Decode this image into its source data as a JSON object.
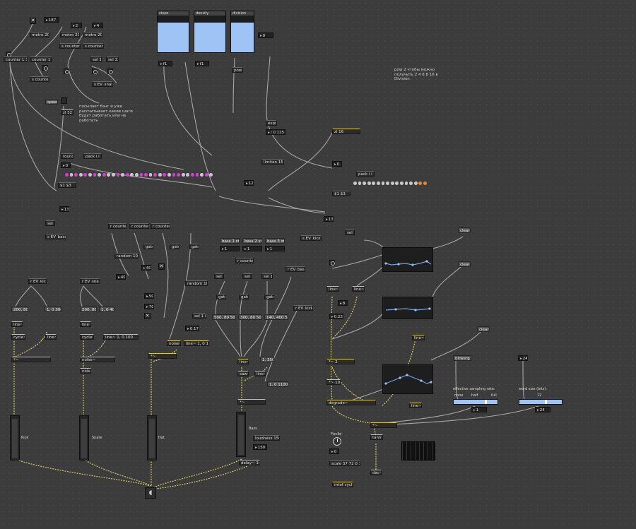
{
  "colors": {
    "dot_on": "#d83ad3",
    "dot_off": "#c9c9c9",
    "dot_orange": "#e48a2a",
    "slider_fill": "#9ec4f5",
    "signal_cord": "#d9d36a",
    "cord": "#bdbdbd"
  },
  "seq": {
    "metro1": "metro 200",
    "metro2": "metro 200",
    "metro3": "metro 200",
    "num187": "187",
    "num4": "4",
    "num2": "2",
    "s_counter2": "s counter2",
    "s_counter4": "s counter4",
    "counter_132": "counter 1 32",
    "counter_116": "counter 1 16",
    "sel_1": "sel 1",
    "sel_13": "sel 13",
    "s_counter": "s counter",
    "s_ev_snare": "s EV_snare",
    "sel_1b": "sel 1",
    "s_ev_bass": "s EV_bass"
  },
  "top_sliders": {
    "steps": "steps",
    "density": "density",
    "division": "division",
    "num8": "8",
    "steps_val": 0.72,
    "density_val": 0.72,
    "division_val": 0.72,
    "num_f1": "f1",
    "num_f2": "f1",
    "pow": "pow"
  },
  "comment_ru": "pow 2 чтобы можно\nполучить 2 4 8 8 16 в\nDivision",
  "comment_speed": "посылает бэнг и уже\nрассчитывает какие шаги\nбудут работать или не\nработать",
  "euclid": {
    "speed": "speed",
    "zl_32": "zl 32",
    "round": "round",
    "pack": "pack i i",
    "expr": "expr",
    "zl_16": "zl 16",
    "pack2": "pack i i",
    "divide_015": "/ 0.125",
    "limiten": "limiten 15",
    "n12": "12",
    "n13": "13",
    "dollar": "$1 $3",
    "dollar2": "$1 $3",
    "n0a": "0",
    "n0b": "0",
    "pattern1": [
      1,
      0,
      1,
      0,
      1,
      0,
      1,
      0,
      1,
      0,
      0,
      1,
      0,
      1,
      0,
      0,
      1,
      1,
      0,
      1,
      0,
      1,
      0,
      1,
      1,
      0,
      0,
      1,
      1,
      0,
      1,
      0
    ],
    "pattern2": [
      0,
      0,
      0,
      0,
      0,
      0,
      0,
      0,
      0,
      0,
      0,
      0,
      0,
      0,
      2,
      2
    ]
  },
  "hats": {
    "r_counter": "r counter",
    "r_counter2": "r counter2",
    "r_counter4": "r counter4",
    "random": "random 100",
    "gate": "gate",
    "gate2": "gate",
    "gate3": "gate",
    "n40": "40",
    "n40b": "40",
    "n50": "50",
    "n70": "70"
  },
  "kick": {
    "r_ev_kick": "r EV_kick",
    "msg1": "200, 80 5",
    "msg2": "1, 0 300",
    "line1": "line~",
    "cycle": "cycle~",
    "line2": "line~",
    "mult": "*~",
    "label": "Kick"
  },
  "snare": {
    "r_ev_snare": "r EV_snare",
    "msg1": "200, 80 5",
    "msg2": "1, 0 40",
    "line1": "line~",
    "cycle": "cycle~",
    "line2": "line~ 1, 0 100",
    "noise": "noise~",
    "label": "Snare"
  },
  "hat": {
    "random": "random 100",
    "sel": "sel 1 0",
    "n017": "0.17",
    "noise": "noise~",
    "line": "line~ 1, 0 15",
    "mult": "*~",
    "label": "Hat"
  },
  "bass": {
    "bass1": "bass 1 st",
    "bass2": "bass 2 st",
    "bass3": "bass 3 st",
    "n1": "1",
    "n2": "1",
    "n3": "1",
    "r_counter": "r counter",
    "sel1": "sel 1",
    "sel8": "sel 8",
    "sel14": "sel 14",
    "gate1": "gate",
    "gate2": "gate",
    "gate3": "gate",
    "msg1": "500, 80 500",
    "msg2": "300, 80 500",
    "msg3": "140, 400 500",
    "r_ev_bass": "r EV_bass",
    "r_ev_kick": "r EV_kick",
    "line": "line~",
    "saw": "saw~",
    "line2": "line~",
    "m350": "1, 350",
    "m1100": "1, 0 1100",
    "mult": "*~",
    "label": "Bass",
    "loudness": "loudness 150",
    "n150": "150",
    "delay": "delay~ 100"
  },
  "right": {
    "clear1": "clear",
    "clear2": "clear",
    "clear3": "clear",
    "line1": "line~",
    "line2": "line~",
    "line3": "line~",
    "n8": "8",
    "n022": "0.22",
    "mult2": "*~ 2",
    "mult10": "*~ 10",
    "degrade": "degrade~",
    "bitwerg": "bitwerg",
    "n24": "24",
    "esr_label": "effective sampling rate:",
    "none": "none",
    "half": "half",
    "full": "full",
    "ws_label": "word size (bits):",
    "n12": "12",
    "n1": "1",
    "n24b": "24",
    "line4": "line~",
    "tanh": "tanh~",
    "dac": "dac~",
    "esr_val": 0.75,
    "ws_val": 0.65
  },
  "fine": {
    "label": "Fixcibi",
    "scale": "scale 37 72 0 1",
    "cycle": "mtof cycle",
    "n0": "0"
  },
  "misc": {
    "s_ev_kick": "s EV_kick",
    "sel1": "sel 1",
    "n1": "1",
    "n2": "1"
  }
}
